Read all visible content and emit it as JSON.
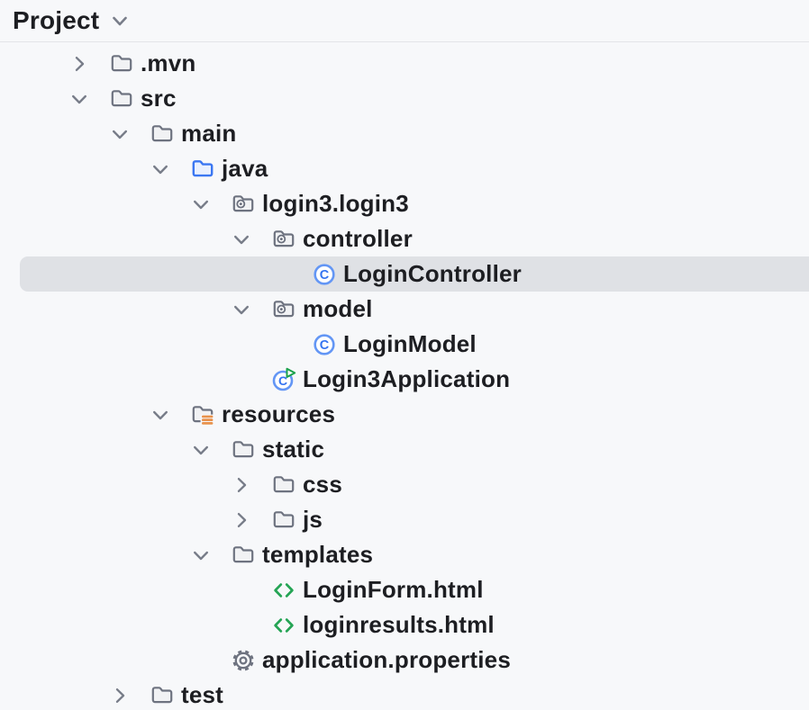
{
  "header": {
    "title": "Project"
  },
  "colors": {
    "background": "#F7F8FA",
    "header_border": "#E3E5E8",
    "text": "#1D1E22",
    "icon_gray": "#6E7380",
    "chevron_gray": "#787D89",
    "selection_background": "#DFE1E5",
    "folder_fill": "#F1F2F4",
    "source_folder_blue": "#3B77F2",
    "source_folder_fill": "#E9F0FE",
    "class_ring_blue": "#6396F5",
    "class_letter_blue": "#3574F0",
    "run_badge_green": "#1CA24D",
    "html_green": "#24A454",
    "resources_orange": "#E8924C"
  },
  "tree": {
    "items": [
      {
        "label": ".mvn",
        "level": 1,
        "icon": "folder",
        "state": "collapsed",
        "selected": false
      },
      {
        "label": "src",
        "level": 1,
        "icon": "folder",
        "state": "expanded",
        "selected": false
      },
      {
        "label": "main",
        "level": 2,
        "icon": "folder",
        "state": "expanded",
        "selected": false
      },
      {
        "label": "java",
        "level": 3,
        "icon": "source-folder",
        "state": "expanded",
        "selected": false
      },
      {
        "label": "login3.login3",
        "level": 4,
        "icon": "package",
        "state": "expanded",
        "selected": false
      },
      {
        "label": "controller",
        "level": 5,
        "icon": "package",
        "state": "expanded",
        "selected": false
      },
      {
        "label": "LoginController",
        "level": 6,
        "icon": "class",
        "state": "none",
        "selected": true
      },
      {
        "label": "model",
        "level": 5,
        "icon": "package",
        "state": "expanded",
        "selected": false
      },
      {
        "label": "LoginModel",
        "level": 6,
        "icon": "class",
        "state": "none",
        "selected": false
      },
      {
        "label": "Login3Application",
        "level": 5,
        "icon": "run-application-class",
        "state": "none",
        "selected": false
      },
      {
        "label": "resources",
        "level": 3,
        "icon": "resources-folder",
        "state": "expanded",
        "selected": false
      },
      {
        "label": "static",
        "level": 4,
        "icon": "folder",
        "state": "expanded",
        "selected": false
      },
      {
        "label": "css",
        "level": 5,
        "icon": "folder",
        "state": "collapsed",
        "selected": false
      },
      {
        "label": "js",
        "level": 5,
        "icon": "folder",
        "state": "collapsed",
        "selected": false
      },
      {
        "label": "templates",
        "level": 4,
        "icon": "folder",
        "state": "expanded",
        "selected": false
      },
      {
        "label": "LoginForm.html",
        "level": 5,
        "icon": "html-file",
        "state": "none",
        "selected": false
      },
      {
        "label": "loginresults.html",
        "level": 5,
        "icon": "html-file",
        "state": "none",
        "selected": false
      },
      {
        "label": "application.properties",
        "level": 4,
        "icon": "properties-file",
        "state": "none",
        "selected": false
      },
      {
        "label": "test",
        "level": 2,
        "icon": "folder",
        "state": "collapsed",
        "selected": false
      }
    ]
  }
}
